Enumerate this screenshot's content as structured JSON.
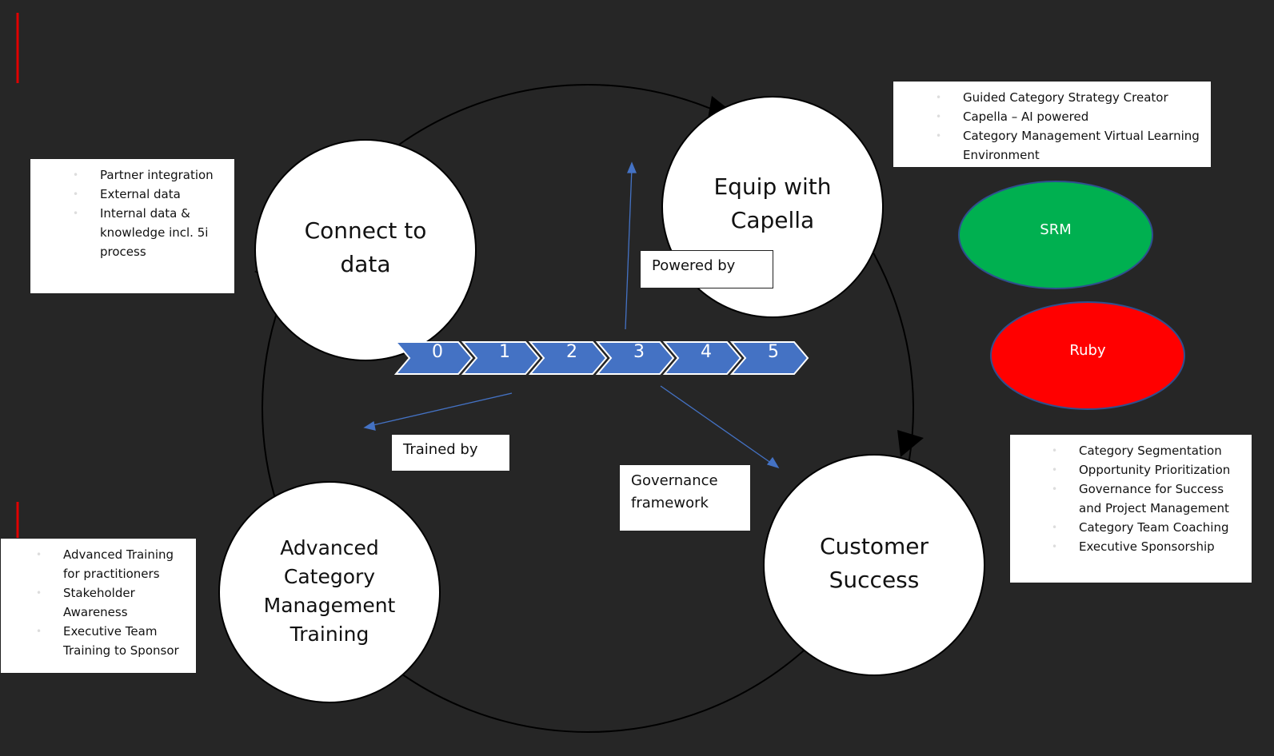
{
  "circles": {
    "connect": "Connect to data",
    "equip": "Equip with Capella",
    "customer": "Customer Success",
    "training": "Advanced Category Management Training"
  },
  "boxes": {
    "connect_items": [
      "Partner integration",
      "External data",
      "Internal data & knowledge incl. 5i process"
    ],
    "equip_items": [
      "Guided Category Strategy Creator",
      "Capella – AI powered",
      "Category Management Virtual Learning Environment"
    ],
    "customer_items": [
      "Category Segmentation",
      "Opportunity Prioritization",
      "Governance for Success and Project Management",
      "Category Team Coaching",
      "Executive Sponsorship"
    ],
    "training_items": [
      "Advanced Training for practitioners",
      "Stakeholder Awareness",
      "Executive Team Training to Sponsor"
    ]
  },
  "labels": {
    "powered_by": "Powered by",
    "trained_by": "Trained by",
    "governance": "Governance framework"
  },
  "ovals": {
    "srm": "SRM",
    "ruby": "Ruby"
  },
  "steps": [
    "0",
    "1",
    "2",
    "3",
    "4",
    "5"
  ],
  "colors": {
    "background": "#262626",
    "chevron": "#4472C4",
    "srm": "#00B050",
    "ruby": "#FF0000",
    "accent_line": "#E00000"
  }
}
